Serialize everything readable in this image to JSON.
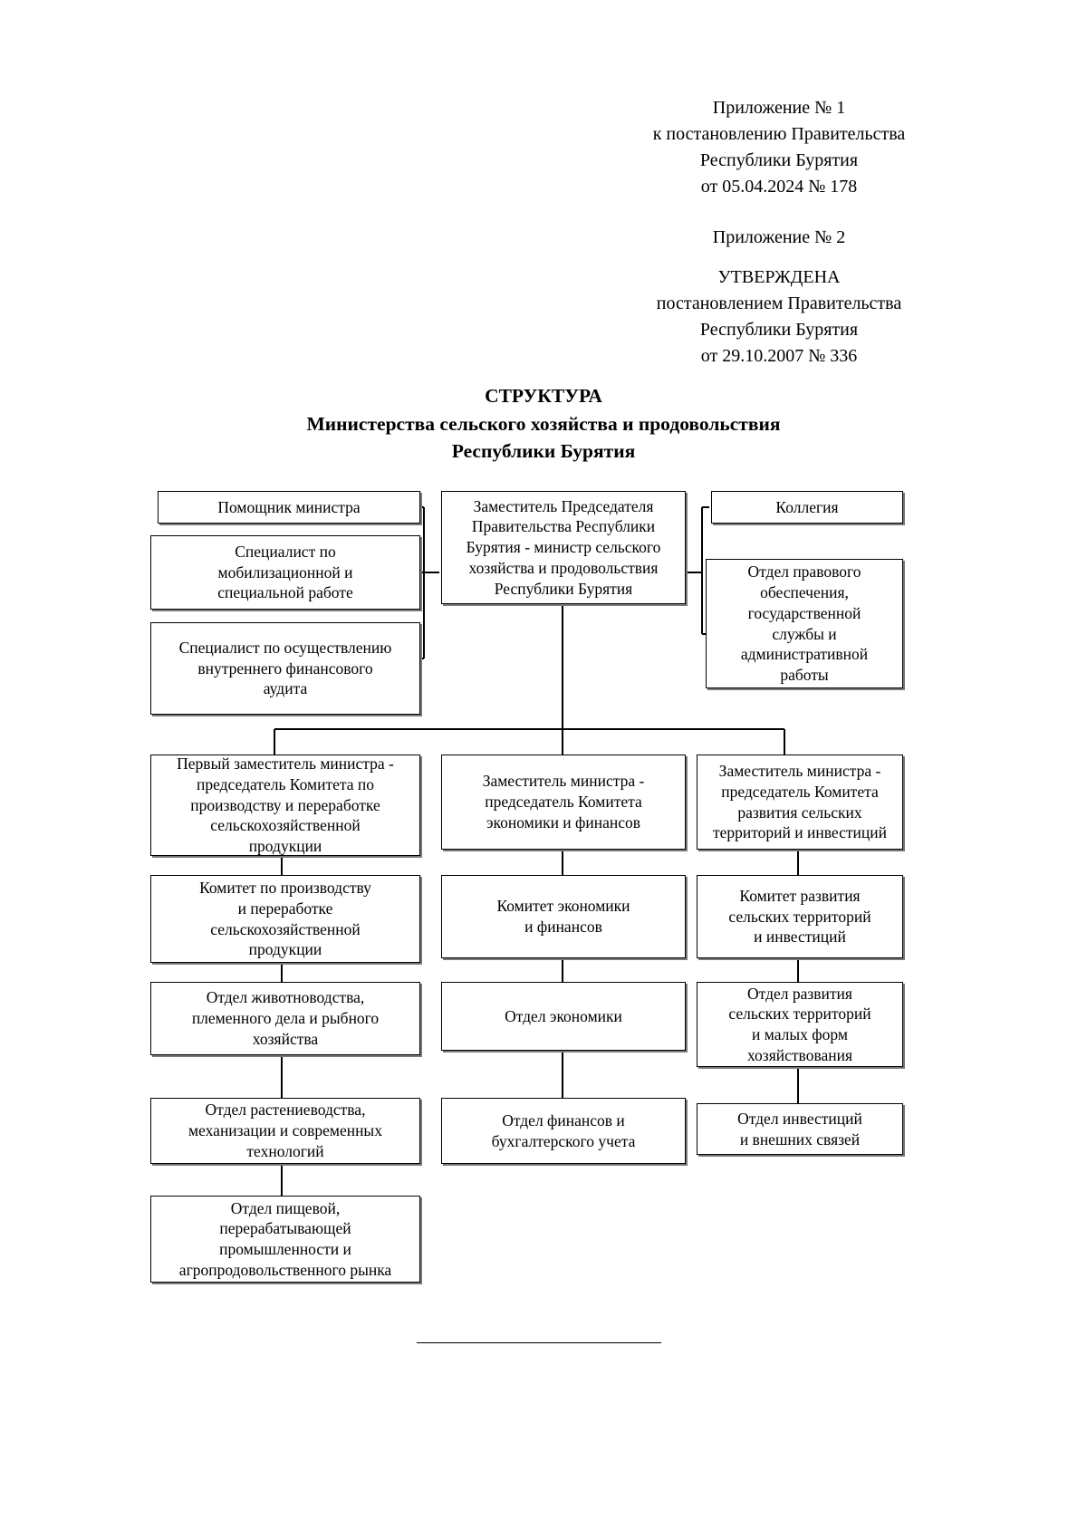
{
  "document": {
    "approval_blocks": [
      {
        "id": "approval-1",
        "text": "Приложение № 1\nк постановлению Правительства\nРеспублики Бурятия\nот 05.04.2024 № 178"
      },
      {
        "id": "approval-2",
        "text": "Приложение № 2"
      },
      {
        "id": "approval-3",
        "text": "УТВЕРЖДЕНА\nпостановлением Правительства\nРеспублики Бурятия\nот 29.10.2007 № 336"
      }
    ],
    "title": {
      "line1": "СТРУКТУРА",
      "line2": "Министерства сельского хозяйства и продовольствия",
      "line3": "Республики Бурятия"
    }
  },
  "chart_data": {
    "type": "diagram",
    "title": "Структура Министерства сельского хозяйства и продовольствия Республики Бурятия",
    "nodes": [
      {
        "id": "minister",
        "label": "Заместитель Председателя\nПравительства Республики\nБурятия - министр сельского\nхозяйства и продовольствия\nРеспублики Бурятия",
        "column": "center",
        "tier": 1
      },
      {
        "id": "assistant",
        "label": "Помощник министра",
        "column": "left",
        "tier": 1
      },
      {
        "id": "mobilization-specialist",
        "label": "Специалист по\nмобилизационной и\nспециальной работе",
        "column": "left",
        "tier": 1
      },
      {
        "id": "internal-audit-specialist",
        "label": "Специалист по осуществлению\nвнутреннего финансового\nаудита",
        "column": "left",
        "tier": 1
      },
      {
        "id": "collegium",
        "label": "Коллегия",
        "column": "right",
        "tier": 1
      },
      {
        "id": "legal-department",
        "label": "Отдел правового\nобеспечения,\nгосударственной\nслужбы и\nадминистративной\nработы",
        "column": "right",
        "tier": 1
      },
      {
        "id": "first-deputy-minister",
        "label": "Первый заместитель министра -\nпредседатель Комитета по\nпроизводству и переработке\nсельскохозяйственной\nпродукции",
        "column": "left",
        "tier": 2
      },
      {
        "id": "deputy-minister-economy",
        "label": "Заместитель министра -\nпредседатель Комитета\nэкономики и финансов",
        "column": "center",
        "tier": 2
      },
      {
        "id": "deputy-minister-rural",
        "label": "Заместитель министра -\nпредседатель Комитета\nразвития сельских\nтерриторий и инвестиций",
        "column": "right",
        "tier": 2
      },
      {
        "id": "committee-production",
        "label": "Комитет по производству\nи переработке\nсельскохозяйственной\nпродукции",
        "column": "left",
        "tier": 3
      },
      {
        "id": "committee-economy",
        "label": "Комитет экономики\nи финансов",
        "column": "center",
        "tier": 3
      },
      {
        "id": "committee-rural",
        "label": "Комитет развития\nсельских территорий\nи инвестиций",
        "column": "right",
        "tier": 3
      },
      {
        "id": "dept-livestock",
        "label": "Отдел животноводства,\nплеменного дела и рыбного\nхозяйства",
        "column": "left",
        "tier": 4
      },
      {
        "id": "dept-economy",
        "label": "Отдел экономики",
        "column": "center",
        "tier": 4
      },
      {
        "id": "dept-rural-development",
        "label": "Отдел развития\nсельских территорий\nи малых форм\nхозяйствования",
        "column": "right",
        "tier": 4
      },
      {
        "id": "dept-crop",
        "label": "Отдел растениеводства,\nмеханизации и современных\nтехнологий",
        "column": "left",
        "tier": 5
      },
      {
        "id": "dept-finance",
        "label": "Отдел финансов и\nбухгалтерского учета",
        "column": "center",
        "tier": 5
      },
      {
        "id": "dept-investments",
        "label": "Отдел инвестиций\nи внешних связей",
        "column": "right",
        "tier": 5
      },
      {
        "id": "dept-food-industry",
        "label": "Отдел пищевой,\nперерабатывающей\nпромышленности и\nагропродовольственного рынка",
        "column": "left",
        "tier": 6
      }
    ],
    "edges": [
      {
        "from": "minister",
        "to": "assistant"
      },
      {
        "from": "minister",
        "to": "mobilization-specialist"
      },
      {
        "from": "minister",
        "to": "internal-audit-specialist"
      },
      {
        "from": "minister",
        "to": "collegium"
      },
      {
        "from": "minister",
        "to": "legal-department"
      },
      {
        "from": "minister",
        "to": "first-deputy-minister"
      },
      {
        "from": "minister",
        "to": "deputy-minister-economy"
      },
      {
        "from": "minister",
        "to": "deputy-minister-rural"
      },
      {
        "from": "first-deputy-minister",
        "to": "committee-production"
      },
      {
        "from": "deputy-minister-economy",
        "to": "committee-economy"
      },
      {
        "from": "deputy-minister-rural",
        "to": "committee-rural"
      },
      {
        "from": "committee-production",
        "to": "dept-livestock"
      },
      {
        "from": "committee-economy",
        "to": "dept-economy"
      },
      {
        "from": "committee-rural",
        "to": "dept-rural-development"
      },
      {
        "from": "dept-livestock",
        "to": "dept-crop"
      },
      {
        "from": "dept-economy",
        "to": "dept-finance"
      },
      {
        "from": "dept-rural-development",
        "to": "dept-investments"
      },
      {
        "from": "dept-crop",
        "to": "dept-food-industry"
      }
    ],
    "colors": {
      "line": "#000000",
      "box_border": "#000000",
      "box_fill": "#ffffff",
      "shadow": "#7a7a7a",
      "text": "#000000"
    }
  }
}
